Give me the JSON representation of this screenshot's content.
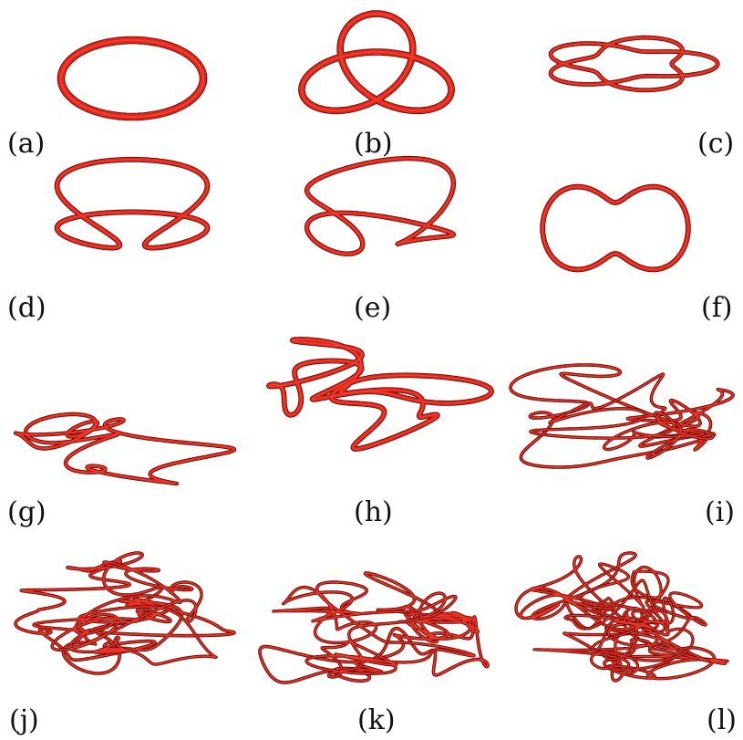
{
  "colors": {
    "knot_dark": "#5a0a06",
    "knot_main": "#e0241b",
    "knot_light": "#ff5a3c",
    "background": "#ffffff",
    "label": "#111111"
  },
  "panels": [
    {
      "id": "a",
      "label": "(a)",
      "kind": "unknot"
    },
    {
      "id": "b",
      "label": "(b)",
      "kind": "trefoil"
    },
    {
      "id": "c",
      "label": "(c)",
      "kind": "cinquefoil"
    },
    {
      "id": "d",
      "label": "(d)",
      "kind": "knot"
    },
    {
      "id": "e",
      "label": "(e)",
      "kind": "knot"
    },
    {
      "id": "f",
      "label": "(f)",
      "kind": "knot"
    },
    {
      "id": "g",
      "label": "(g)",
      "kind": "random-curve",
      "complexity": 1
    },
    {
      "id": "h",
      "label": "(h)",
      "kind": "random-curve",
      "complexity": 2
    },
    {
      "id": "i",
      "label": "(i)",
      "kind": "random-curve",
      "complexity": 3
    },
    {
      "id": "j",
      "label": "(j)",
      "kind": "random-curve",
      "complexity": 4
    },
    {
      "id": "k",
      "label": "(k)",
      "kind": "random-curve",
      "complexity": 4
    },
    {
      "id": "l",
      "label": "(l)",
      "kind": "random-curve",
      "complexity": 5
    }
  ]
}
